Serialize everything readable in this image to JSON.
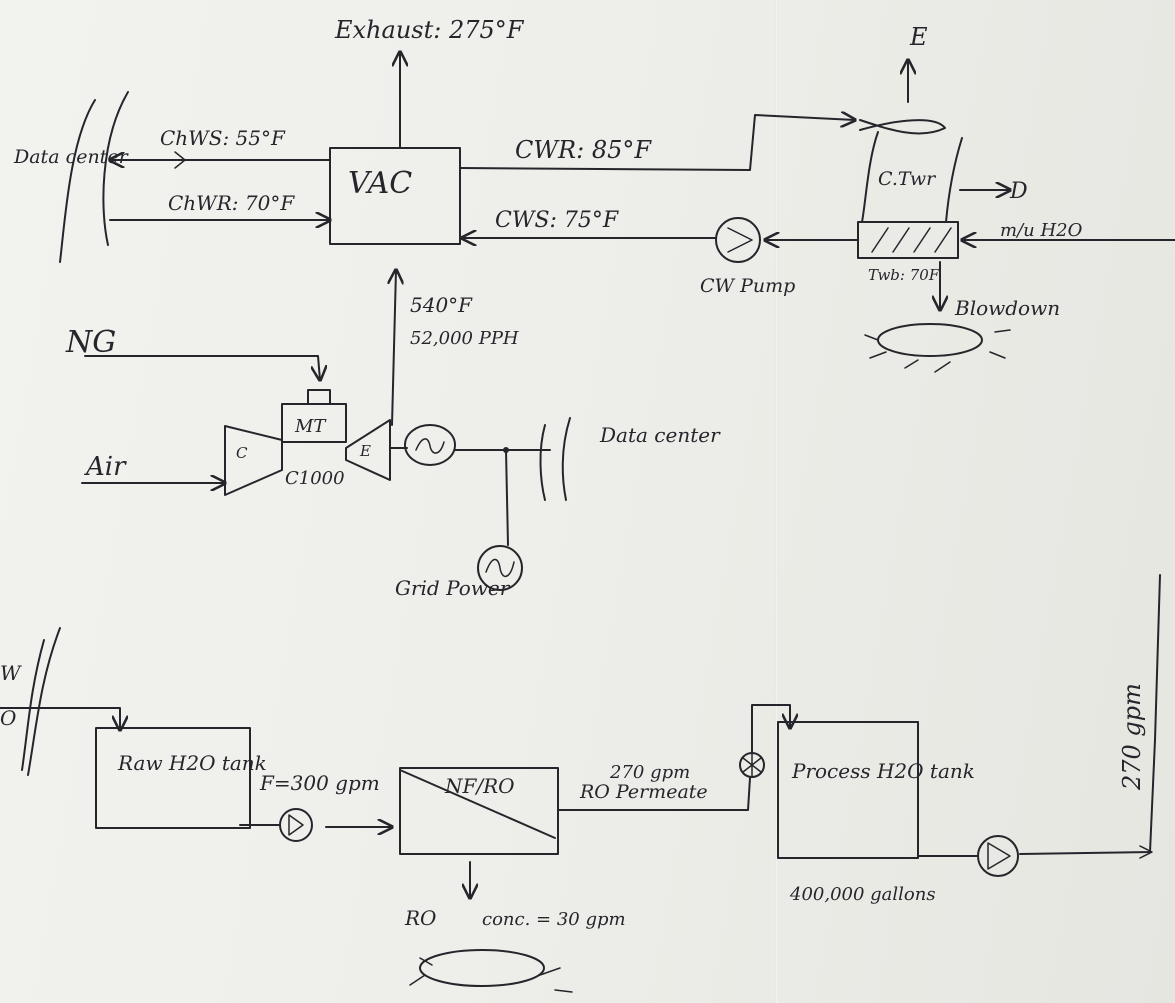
{
  "labels": {
    "exhaust": "Exhaust: 275°F",
    "e_top": "E",
    "data_center_top": "Data center",
    "chws": "ChWS: 55°F",
    "chwr": "ChWR: 70°F",
    "vac": "VAC",
    "cwr": "CWR: 85°F",
    "cws": "CWS: 75°F",
    "cooling_tower": "C.Twr",
    "drift": "D",
    "makeup": "m/u H2O",
    "twb": "Twb: 70F",
    "cw_pump": "CW Pump",
    "blowdown": "Blowdown",
    "mt_exhaust_temp": "540°F",
    "mt_exhaust_flow": "52,000 PPH",
    "ng": "NG",
    "air": "Air",
    "compressor": "C",
    "microturbine": "MT",
    "expander": "E",
    "model": "C1000",
    "data_center_mid": "Data center",
    "grid_power": "Grid Power",
    "w_cut": "W",
    "o_cut": "O",
    "raw_tank": "Raw H2O tank",
    "feed": "F=300 gpm",
    "nfro": "NF/RO",
    "permeate_flow": "270 gpm",
    "permeate": "RO Permeate",
    "ro_conc_label": "RO",
    "conc": "conc. = 30 gpm",
    "process_tank": "Process H2O tank",
    "process_volume": "400,000 gallons",
    "out_flow": "270 gpm"
  }
}
